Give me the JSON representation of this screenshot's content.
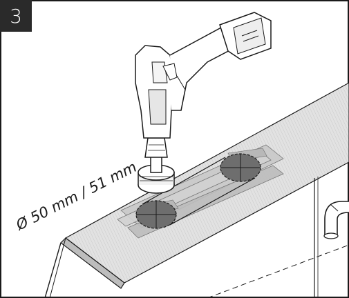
{
  "step": {
    "number": "3"
  },
  "illustration": {
    "diameter_label": "Ø 50 mm / 51 mm",
    "tool_icon": "cordless-drill-with-hole-saw",
    "pipe_icon": "pipe-elbow-icon"
  },
  "colors": {
    "line": "#1a1a1a",
    "panel_fill": "#dcdcdc",
    "tape_fill": "#c4c4c4",
    "hole_fill": "#6e6e6e",
    "badge": "#2a2a2a"
  }
}
